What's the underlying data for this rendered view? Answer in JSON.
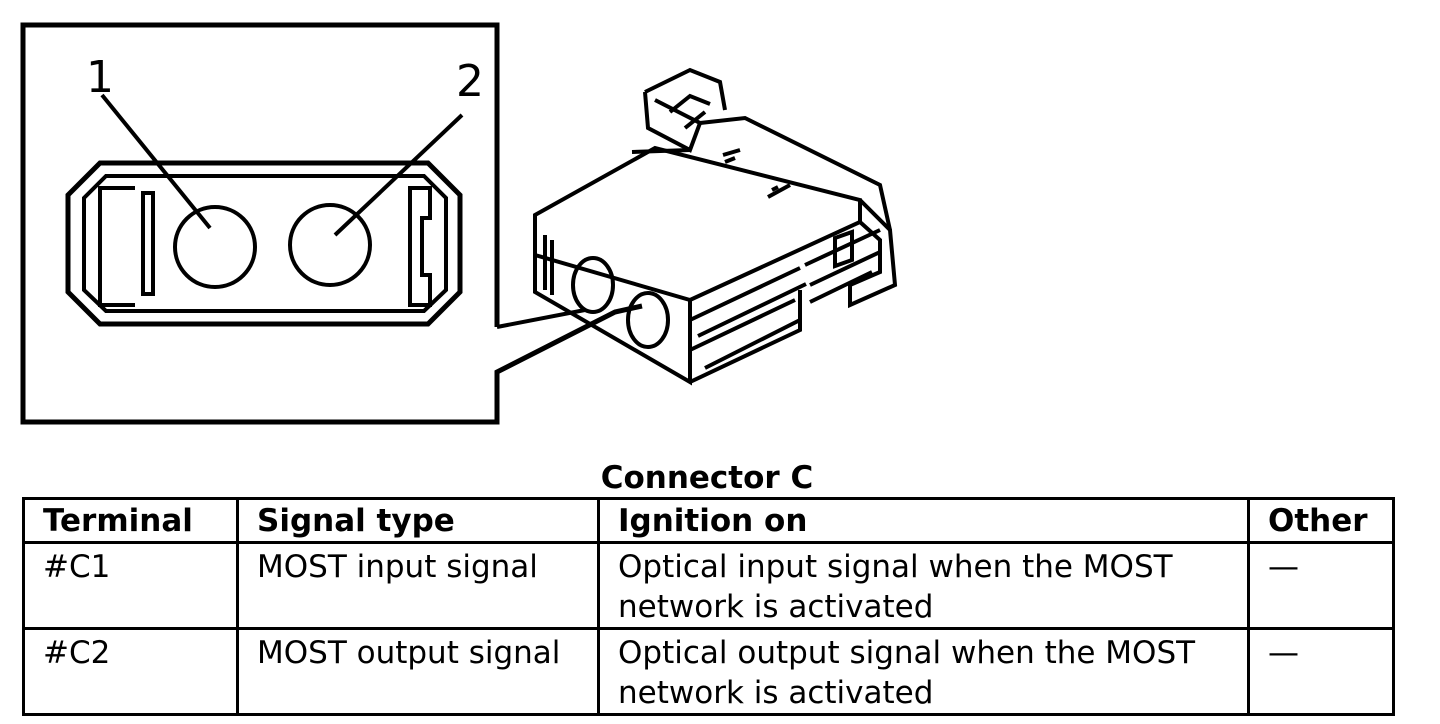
{
  "diagram": {
    "callouts": [
      "1",
      "2"
    ]
  },
  "table": {
    "caption": "Connector C",
    "headers": [
      "Terminal",
      "Signal type",
      "Ignition on",
      "Other"
    ],
    "rows": [
      {
        "terminal": "#C1",
        "signal_type": "MOST input signal",
        "ignition_on": [
          "Optical input signal when the MOST",
          "network is activated"
        ],
        "other": "—"
      },
      {
        "terminal": "#C2",
        "signal_type": "MOST output signal",
        "ignition_on": [
          "Optical output signal when the MOST",
          "network is activated"
        ],
        "other": "—"
      }
    ]
  }
}
